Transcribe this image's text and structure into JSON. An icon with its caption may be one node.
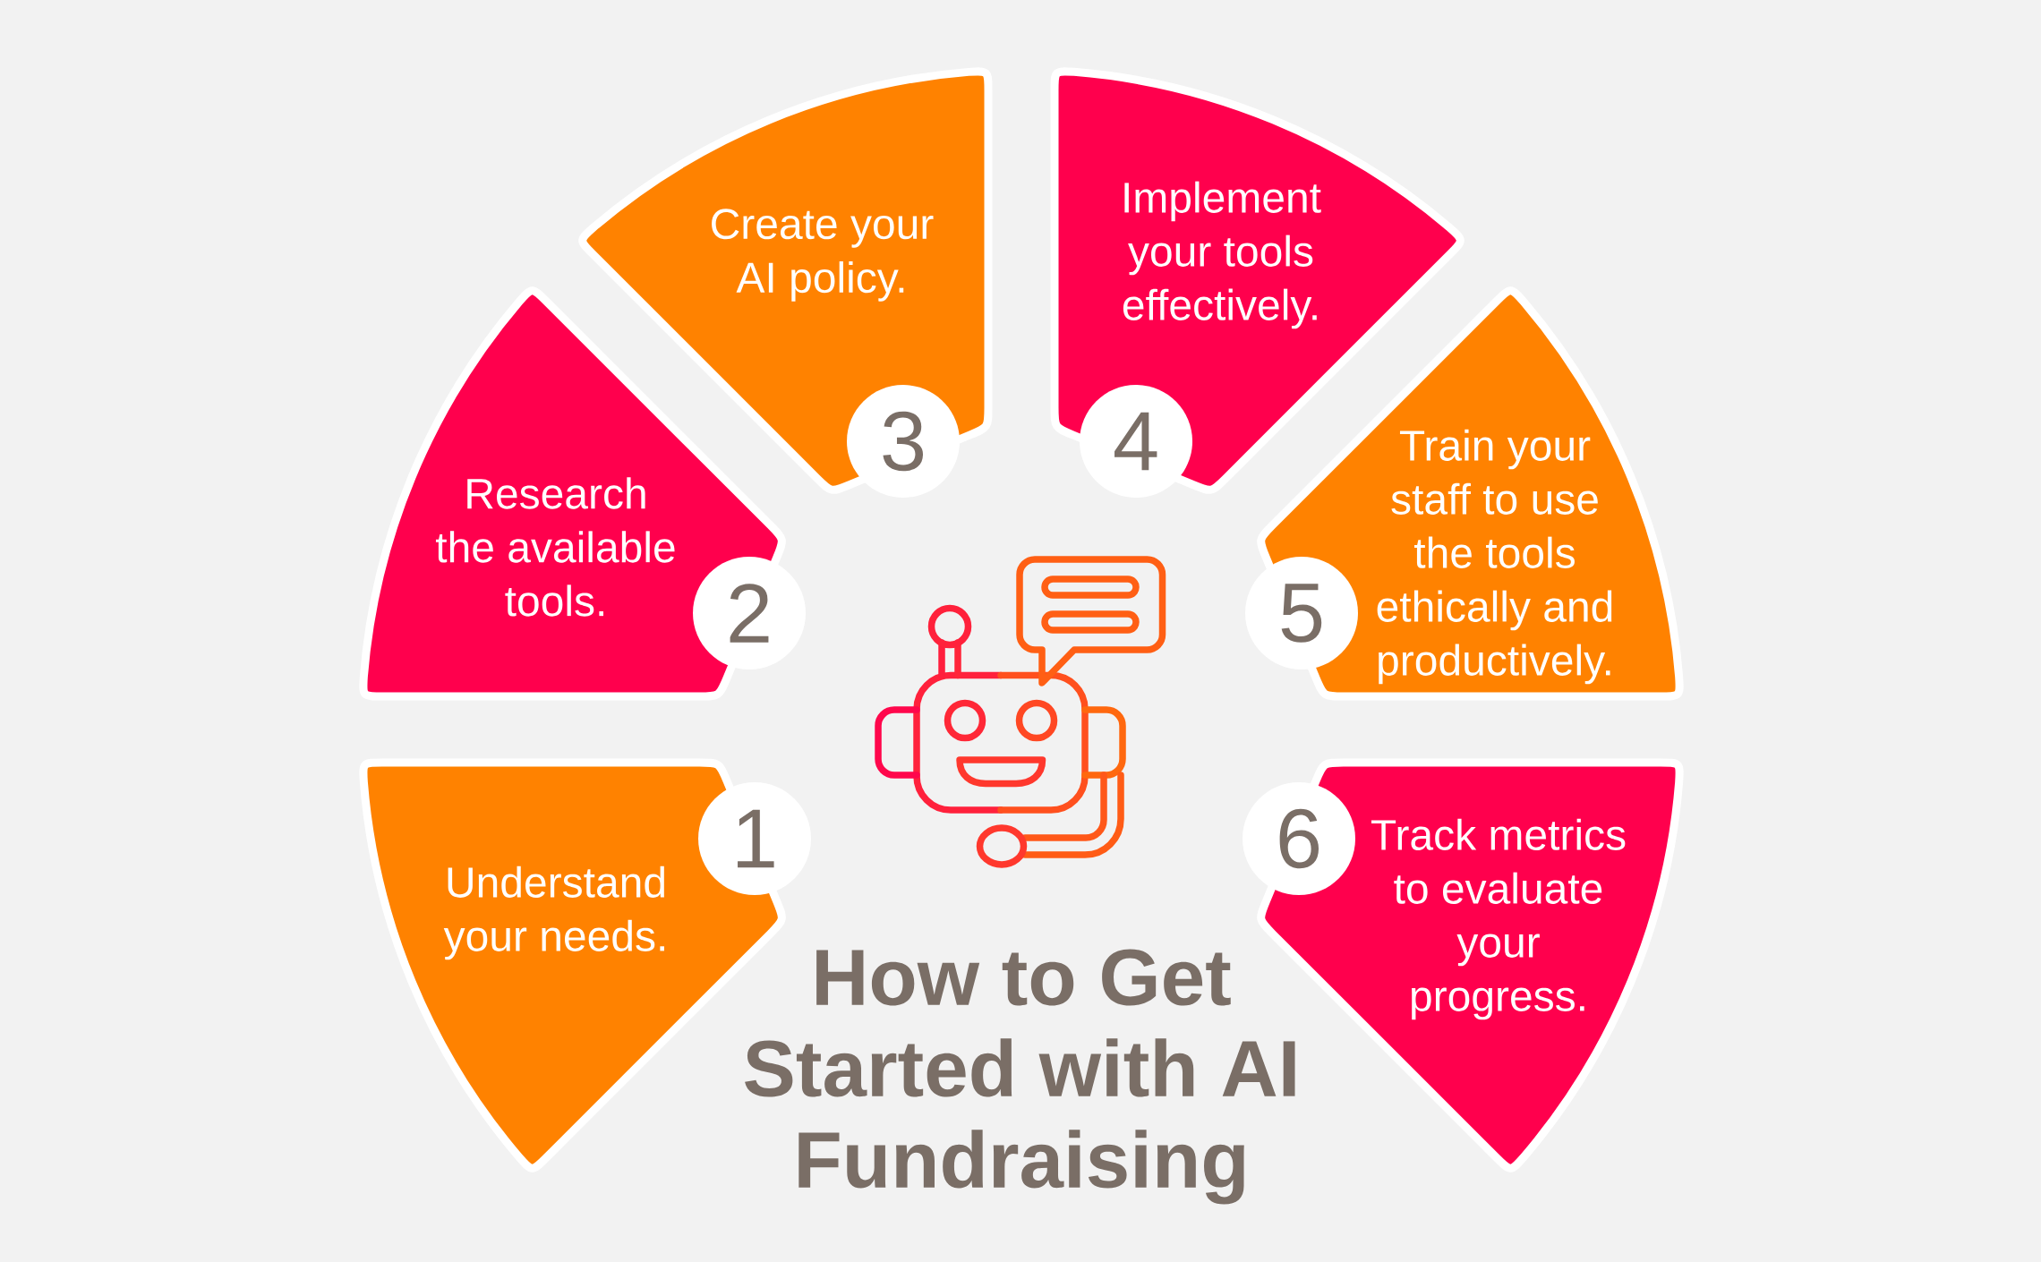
{
  "diagram": {
    "title": "How to Get Started with AI Fundraising",
    "nodes": [
      {
        "text": [
          "1"
        ]
      },
      {
        "text": [
          "Understand your needs."
        ]
      },
      {
        "text": [
          "2"
        ]
      },
      {
        "text": [
          "Research the available tools."
        ]
      },
      {
        "text": [
          "3"
        ]
      },
      {
        "text": [
          "Create your AI policy."
        ]
      },
      {
        "text": [
          "4"
        ]
      },
      {
        "text": [
          "Implement your tools effectively."
        ]
      },
      {
        "text": [
          "5"
        ]
      },
      {
        "text": [
          "Train your staff to use the tools ethically and productively."
        ]
      },
      {
        "text": [
          "6"
        ]
      },
      {
        "text": [
          "Track metrics to evaluate your progress."
        ]
      }
    ]
  }
}
